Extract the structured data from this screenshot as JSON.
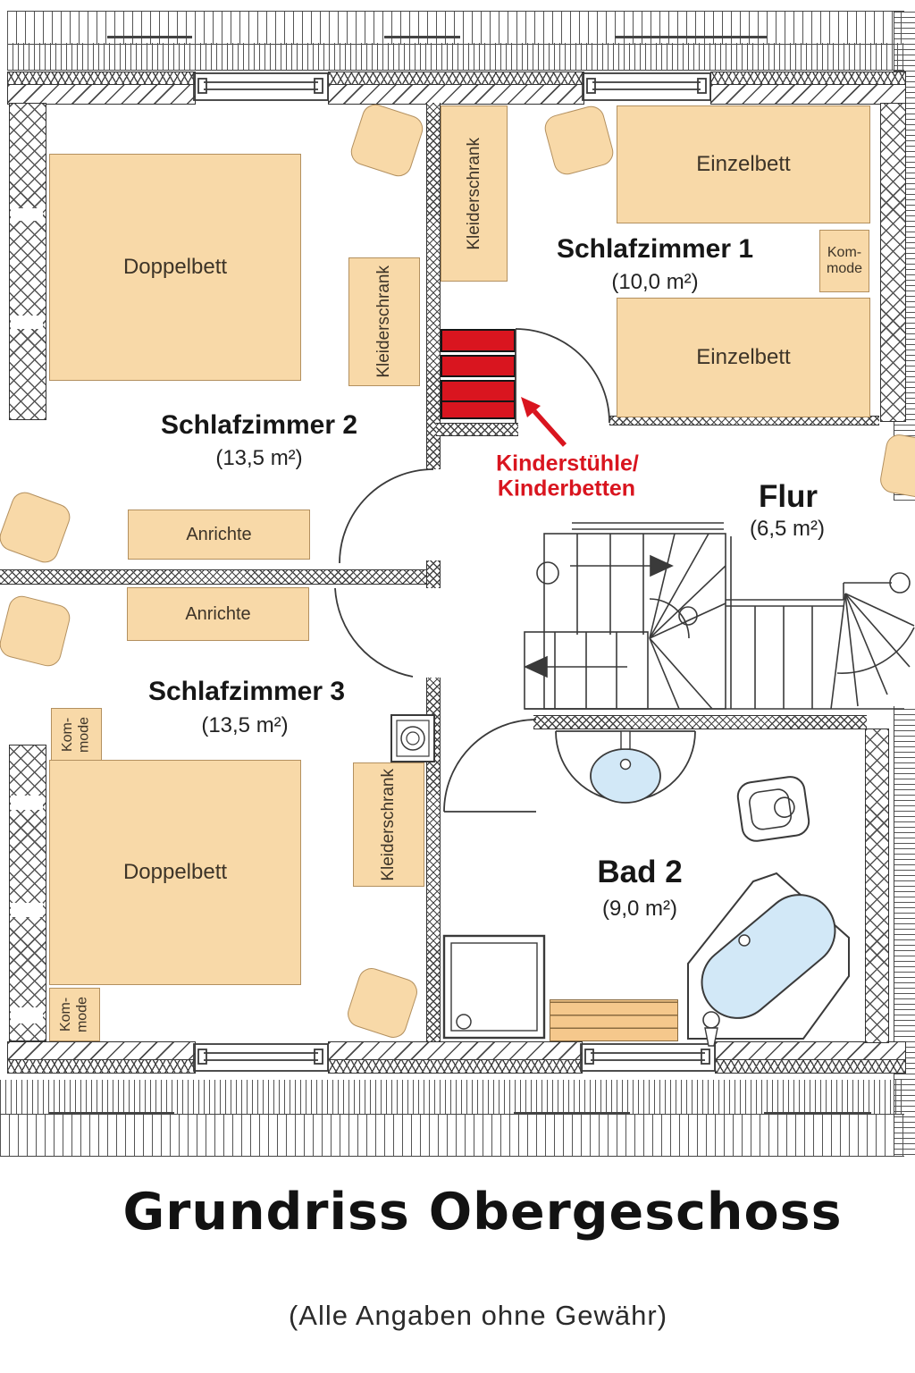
{
  "title": {
    "text": "Grundriss Obergeschoss",
    "subtitle": "(Alle Angaben ohne Gewähr)"
  },
  "rooms": {
    "schlafzimmer1": {
      "name": "Schlafzimmer 1",
      "area": "(10,0 m²)"
    },
    "schlafzimmer2": {
      "name": "Schlafzimmer 2",
      "area": "(13,5 m²)"
    },
    "schlafzimmer3": {
      "name": "Schlafzimmer 3",
      "area": "(13,5 m²)"
    },
    "flur": {
      "name": "Flur",
      "area": "(6,5 m²)"
    },
    "bad2": {
      "name": "Bad 2",
      "area": "(9,0 m²)"
    }
  },
  "furniture": {
    "doppelbett": "Doppelbett",
    "einzelbett": "Einzelbett",
    "kleiderschrank": "Kleiderschrank",
    "anrichte": "Anrichte",
    "kommode_line1": "Kom-",
    "kommode_line2": "mode"
  },
  "annotation": {
    "line1": "Kinderstühle/",
    "line2": "Kinderbetten"
  },
  "colors": {
    "furniture_fill": "#f8d9a8",
    "accent_red": "#d9151f",
    "water_blue": "#d2e8f7",
    "bench_orange": "#f5c88c",
    "line": "#3a3a3a"
  }
}
